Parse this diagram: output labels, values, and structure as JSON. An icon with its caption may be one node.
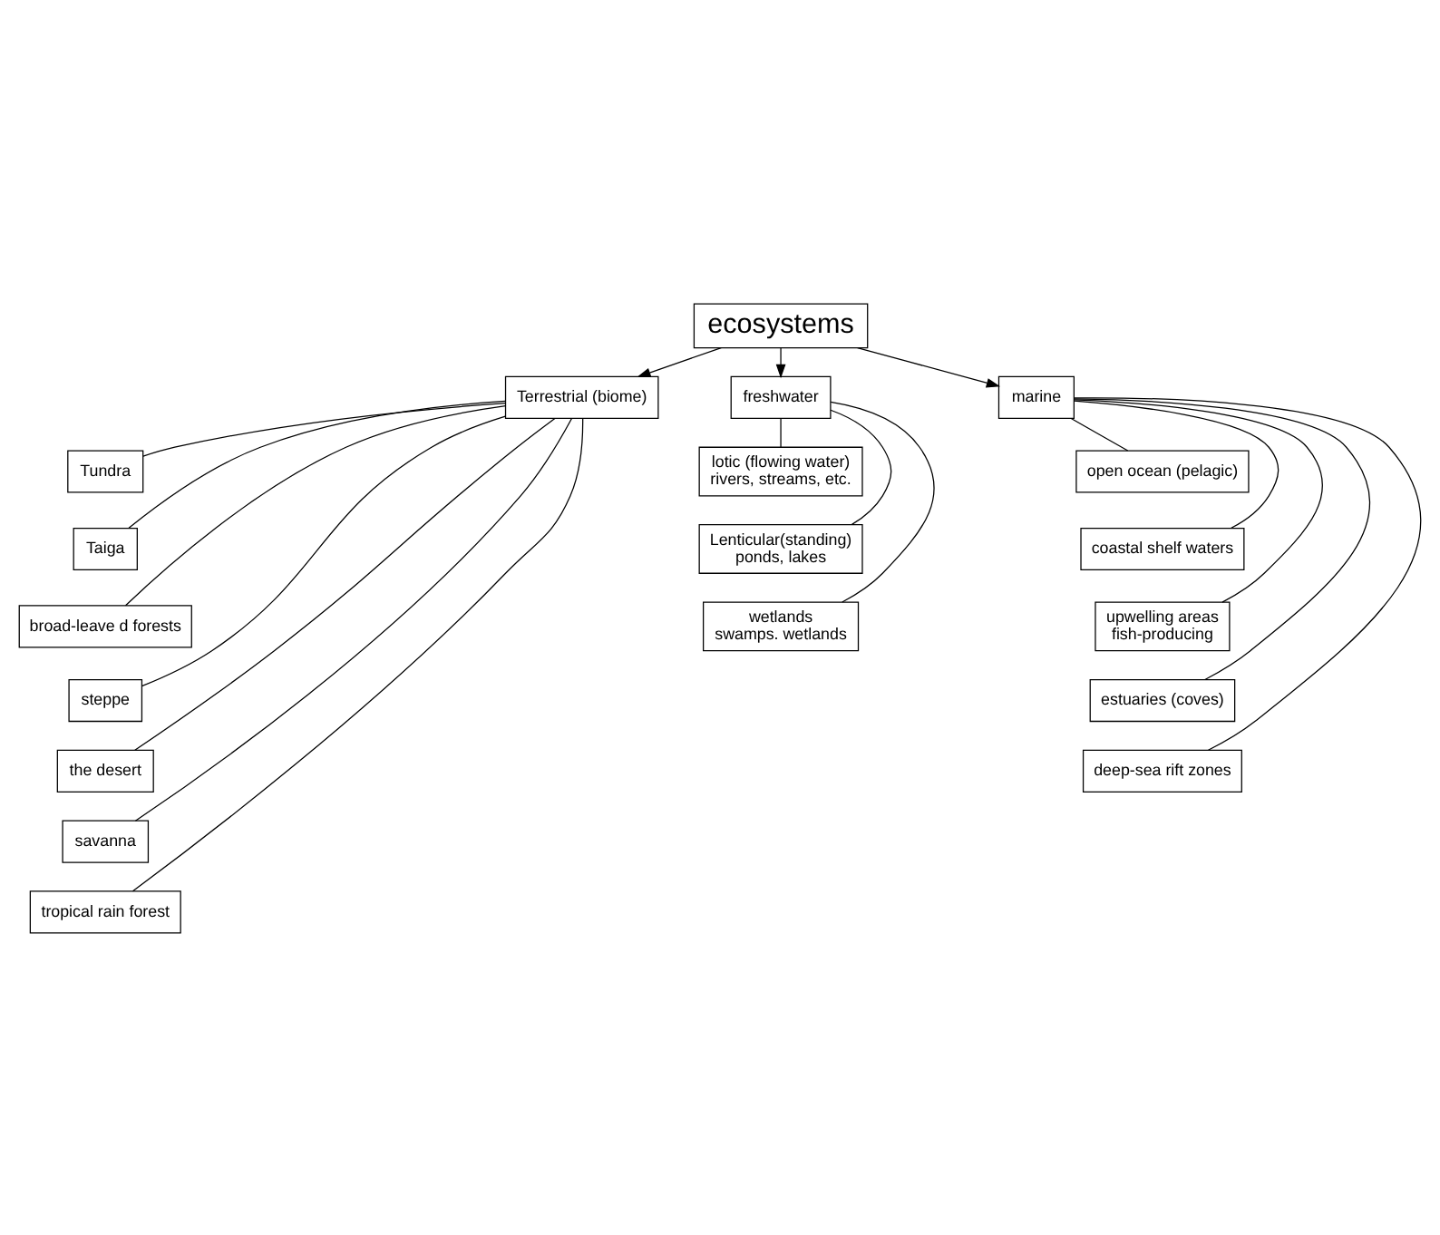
{
  "diagram": {
    "nodes": [
      {
        "text": [
          "ecosystems"
        ]
      },
      {
        "text": [
          "Terrestrial (biome)"
        ]
      },
      {
        "text": [
          "freshwater"
        ]
      },
      {
        "text": [
          "marine"
        ]
      },
      {
        "text": [
          "Tundra"
        ]
      },
      {
        "text": [
          "Taiga"
        ]
      },
      {
        "text": [
          "broad-leave d forests"
        ]
      },
      {
        "text": [
          "steppe"
        ]
      },
      {
        "text": [
          "the desert"
        ]
      },
      {
        "text": [
          "savanna"
        ]
      },
      {
        "text": [
          "tropical rain forest"
        ]
      },
      {
        "text": [
          "lotic (flowing water) rivers, streams, etc."
        ]
      },
      {
        "text": [
          "Lenticular(standing)",
          "ponds, lakes"
        ]
      },
      {
        "text": [
          "wetlands",
          "swamps. wetlands"
        ]
      },
      {
        "text": [
          "open ocean (pelagic)"
        ]
      },
      {
        "text": [
          "coastal shelf waters"
        ]
      },
      {
        "text": [
          "upwelling areas fish-producing"
        ]
      },
      {
        "text": [
          "estuaries (coves)"
        ]
      },
      {
        "text": [
          "deep-sea rift zones"
        ]
      }
    ],
    "edges": [
      {
        "from": 0,
        "to": 1,
        "arrow": "to"
      },
      {
        "from": 0,
        "to": 2,
        "arrow": "to"
      },
      {
        "from": 0,
        "to": 3,
        "arrow": "to"
      },
      {
        "from": 1,
        "to": 4,
        "arrow": "none"
      },
      {
        "from": 1,
        "to": 5,
        "arrow": "none"
      },
      {
        "from": 1,
        "to": 6,
        "arrow": "none"
      },
      {
        "from": 1,
        "to": 7,
        "arrow": "none"
      },
      {
        "from": 1,
        "to": 8,
        "arrow": "none"
      },
      {
        "from": 1,
        "to": 9,
        "arrow": "none"
      },
      {
        "from": 1,
        "to": 10,
        "arrow": "none"
      },
      {
        "from": 2,
        "to": 11,
        "arrow": "none"
      },
      {
        "from": 2,
        "to": 12,
        "arrow": "none"
      },
      {
        "from": 2,
        "to": 13,
        "arrow": "none"
      },
      {
        "from": 3,
        "to": 14,
        "arrow": "none"
      },
      {
        "from": 3,
        "to": 15,
        "arrow": "none"
      },
      {
        "from": 3,
        "to": 16,
        "arrow": "none"
      },
      {
        "from": 3,
        "to": 17,
        "arrow": "none"
      },
      {
        "from": 3,
        "to": 18,
        "arrow": "none"
      }
    ]
  }
}
